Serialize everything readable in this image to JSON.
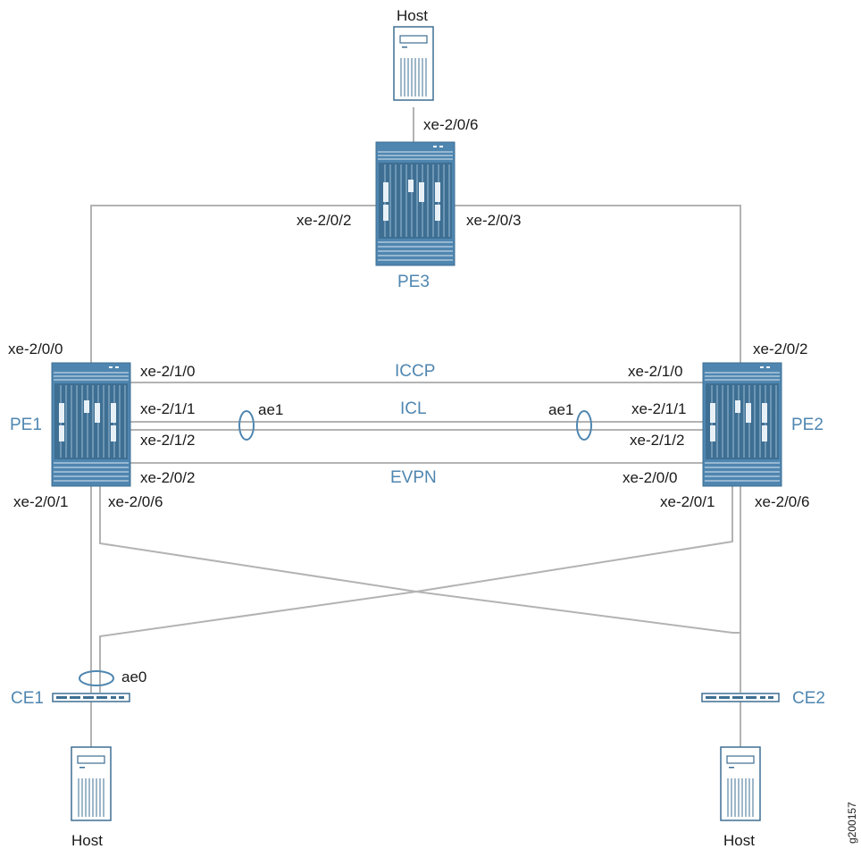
{
  "hosts": {
    "top": "Host",
    "bottom_left": "Host",
    "bottom_right": "Host"
  },
  "devices": {
    "pe1": "PE1",
    "pe2": "PE2",
    "pe3": "PE3",
    "ce1": "CE1",
    "ce2": "CE2"
  },
  "links": {
    "iccp": "ICCP",
    "icl": "ICL",
    "evpn": "EVPN"
  },
  "bundles": {
    "pe1_ae": "ae1",
    "pe2_ae": "ae1",
    "ce1_ae": "ae0"
  },
  "interfaces": {
    "pe3_host": "xe-2/0/6",
    "pe3_left": "xe-2/0/2",
    "pe3_right": "xe-2/0/3",
    "pe1_top": "xe-2/0/0",
    "pe2_top": "xe-2/0/2",
    "pe1_iccp": "xe-2/1/0",
    "pe1_icl1": "xe-2/1/1",
    "pe1_icl2": "xe-2/1/2",
    "pe1_evpn": "xe-2/0/2",
    "pe2_iccp": "xe-2/1/0",
    "pe2_icl1": "xe-2/1/1",
    "pe2_icl2": "xe-2/1/2",
    "pe2_evpn": "xe-2/0/0",
    "pe1_ce1": "xe-2/0/1",
    "pe1_ce2": "xe-2/0/6",
    "pe2_ce1": "xe-2/0/1",
    "pe2_ce2": "xe-2/0/6"
  },
  "figure_id": "g200157",
  "colors": {
    "device_blue": "#4f86b0",
    "device_dark": "#3e6f93",
    "link_gray": "#b3b3b3",
    "text": "#1a1a1a"
  }
}
